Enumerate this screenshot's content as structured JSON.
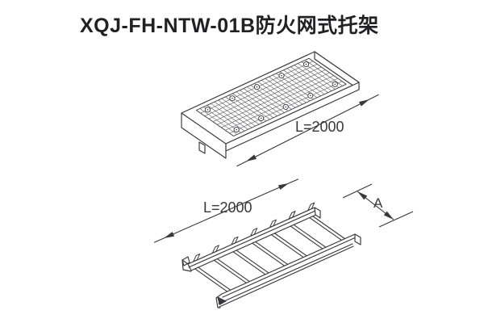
{
  "page": {
    "background": "#ffffff",
    "line_color": "#38383c",
    "grid_color": "#4b4b50",
    "text_color": "#38383c"
  },
  "title": {
    "text": "XQJ-FH-NTW-01B防火网式托架"
  },
  "views": {
    "mesh_tray": {
      "name": "fireproof mesh tray isometric view",
      "length_label": "L=2000",
      "bolts_per_row": 5,
      "bolt_rows": 2,
      "grid_cross_lines": 31,
      "grid_long_lines": 8
    },
    "ladder_tray": {
      "name": "ladder tray isometric view",
      "length_label": "L=2000",
      "width_label": "A",
      "rung_count": 7
    }
  }
}
